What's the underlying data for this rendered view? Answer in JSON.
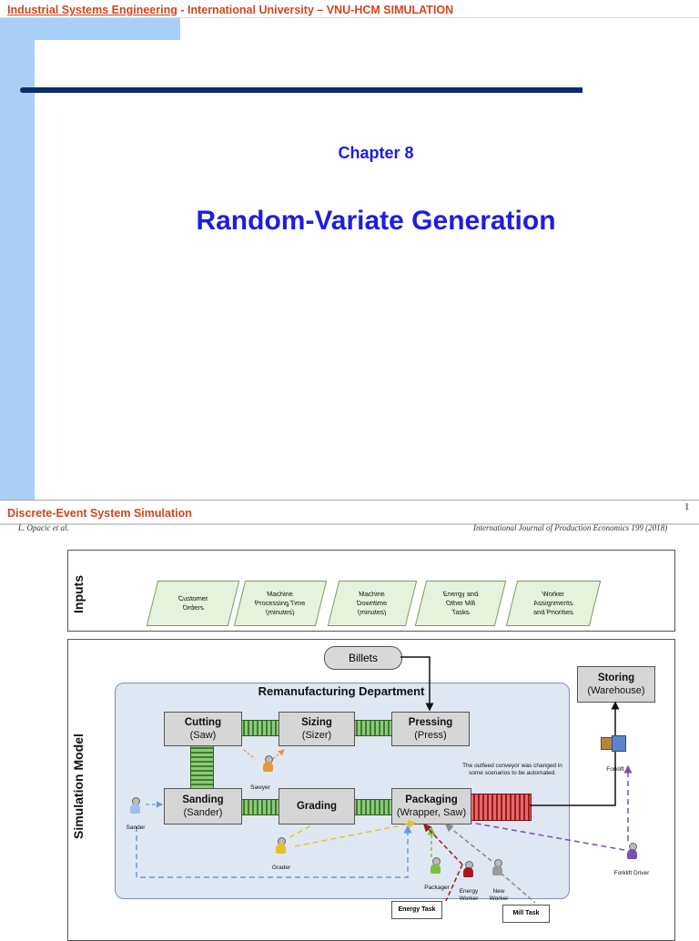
{
  "header": {
    "org": "Industrial Systems Engineering",
    "rest": " - International University – VNU-HCM SIMULATION"
  },
  "slide": {
    "chapter": "Chapter 8",
    "title": "Random-Variate Generation",
    "footer": "Discrete-Event System Simulation",
    "page": "1"
  },
  "citation": {
    "authors": "L. Opacic et al.",
    "journal": "International Journal of Production Economics 199 (2018)"
  },
  "inputs": {
    "label": "Inputs",
    "items": [
      {
        "line1": "Customer",
        "line2": "Orders",
        "line3": ""
      },
      {
        "line1": "Machine",
        "line2": "Processing Time",
        "line3": "(minutes)"
      },
      {
        "line1": "Machine",
        "line2": "Downtime",
        "line3": "(minutes)"
      },
      {
        "line1": "Energy and",
        "line2": "Other Mill",
        "line3": "Tasks"
      },
      {
        "line1": "Worker",
        "line2": "Assignments",
        "line3": "and Priorities"
      }
    ]
  },
  "model": {
    "label": "Simulation Model",
    "department": "Remanufacturing Department",
    "billets": "Billets",
    "stations": {
      "cutting": {
        "name": "Cutting",
        "sub": "(Saw)"
      },
      "sizing": {
        "name": "Sizing",
        "sub": "(Sizer)"
      },
      "pressing": {
        "name": "Pressing",
        "sub": "(Press)"
      },
      "sanding": {
        "name": "Sanding",
        "sub": "(Sander)"
      },
      "grading": {
        "name": "Grading",
        "sub": ""
      },
      "packaging": {
        "name": "Packaging",
        "sub": "(Wrapper, Saw)"
      },
      "storing": {
        "name": "Storing",
        "sub": "(Warehouse)"
      }
    },
    "note": "The outfeed conveyor was changed in some scenarios to be automated.",
    "workers": {
      "sawyer": "Sawyer",
      "sander": "Sander",
      "grader": "Grader",
      "packager": "Packager",
      "energy": "Energy Worker",
      "new": "New Worker",
      "forklift": "Forklift",
      "forklift_driver": "Forklift Driver"
    },
    "tasks": {
      "energy": "Energy Task",
      "mill": "Mill Task"
    }
  }
}
